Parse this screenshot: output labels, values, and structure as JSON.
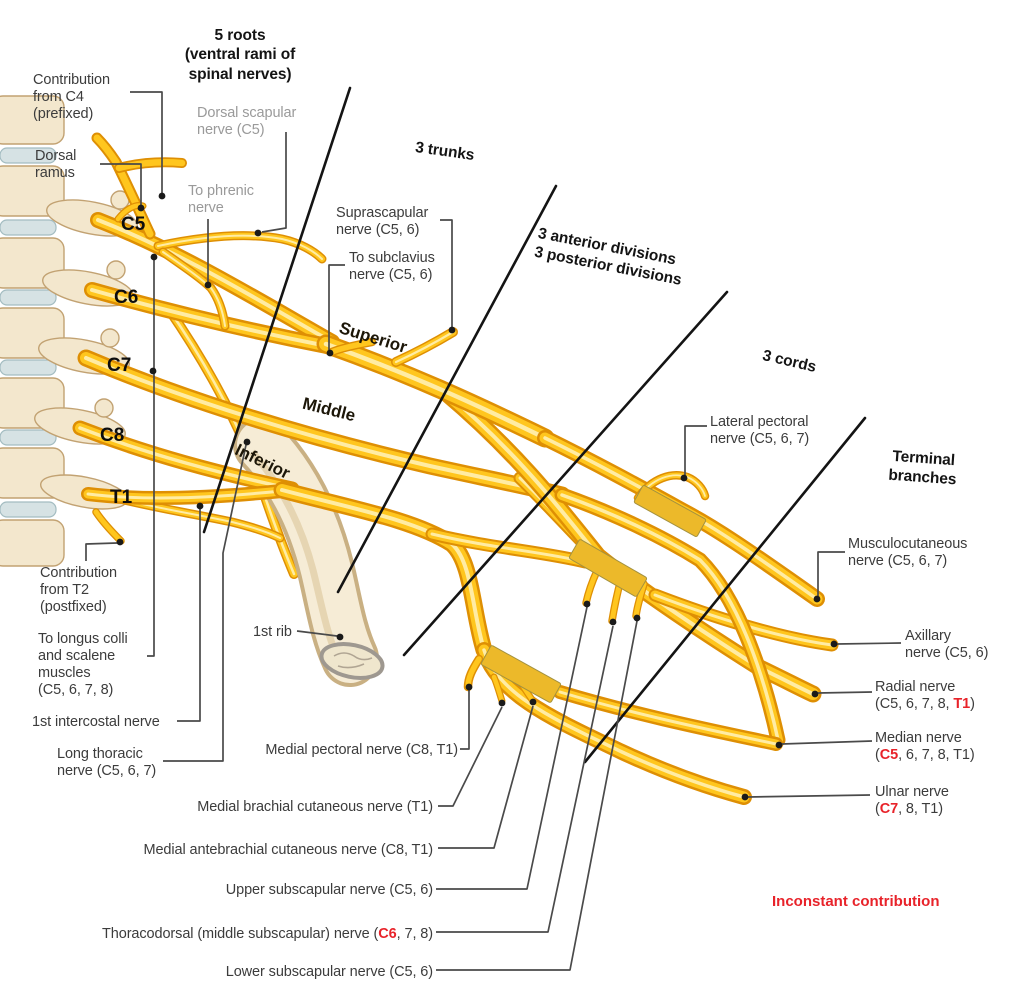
{
  "diagram": {
    "headers": {
      "five_roots": [
        "5 roots",
        "(ventral rami of",
        "spinal nerves)"
      ],
      "three_trunks": "3 trunks",
      "anterior_divisions": "3 anterior divisions",
      "posterior_divisions": "3 posterior divisions",
      "three_cords": "3 cords",
      "terminal_branches": [
        "Terminal",
        "branches"
      ]
    },
    "trunk_names": {
      "superior": "Superior",
      "middle": "Middle",
      "inferior": "Inferior"
    },
    "spine_levels": {
      "c5": "C5",
      "c6": "C6",
      "c7": "C7",
      "c8": "C8",
      "t1": "T1"
    },
    "left_labels": {
      "contribution_c4": [
        "Contribution",
        "from C4",
        "(prefixed)"
      ],
      "dorsal_ramus": [
        "Dorsal",
        "ramus"
      ],
      "dorsal_scapular": [
        "Dorsal scapular",
        "nerve (C5)"
      ],
      "phrenic": [
        "To phrenic",
        "nerve"
      ],
      "suprascapular": [
        "Suprascapular",
        "nerve (C5, 6)"
      ],
      "subclavius": [
        "To subclavius",
        "nerve (C5, 6)"
      ],
      "contribution_t2": [
        "Contribution",
        "from T2",
        "(postfixed)"
      ],
      "longus_colli": [
        "To longus colli",
        "and scalene",
        "muscles",
        "(C5, 6, 7,  8)"
      ],
      "intercostal": "1st intercostal nerve",
      "long_thoracic": [
        "Long thoracic",
        "nerve (C5, 6, 7)"
      ],
      "first_rib": "1st rib"
    },
    "right_labels": {
      "lateral_pectoral": [
        "Lateral pectoral",
        "nerve (C5, 6, 7)"
      ],
      "musculocutaneous": [
        "Musculocutaneous",
        "nerve (C5, 6, 7)"
      ],
      "axillary": [
        "Axillary",
        "nerve (C5, 6)"
      ],
      "radial": {
        "name": "Radial nerve",
        "pre": "(C5, 6, 7,  8, ",
        "em": "T1",
        "post": ")"
      },
      "median": {
        "name": "Median nerve",
        "pre": "(",
        "em": "C5",
        "post": ", 6, 7,  8, T1)"
      },
      "ulnar": {
        "name": "Ulnar nerve",
        "pre": "(",
        "em": "C7",
        "post": ", 8, T1)"
      }
    },
    "bottom_labels": {
      "medial_pectoral": "Medial pectoral nerve (C8, T1)",
      "medial_brachial": "Medial brachial cutaneous nerve (T1)",
      "medial_antebrachial": "Medial antebrachial cutaneous nerve  (C8, T1)",
      "upper_subscapular": "Upper subscapular nerve (C5, 6)",
      "thoracodorsal": {
        "pre": "Thoracodorsal (middle subscapular) nerve (",
        "em": "C6",
        "post": ", 7,  8)"
      },
      "lower_subscapular": "Lower subscapular nerve (C5, 6)"
    },
    "legend": {
      "inconstant": "Inconstant contribution"
    },
    "colors": {
      "nerve_yellow": "#ffc61e",
      "nerve_shadow": "#de8f04",
      "bone": "#f3e7cd",
      "disc": "#d6e2e4",
      "label_dark": "#3c3c3c",
      "label_gray": "#9a9a9a",
      "emphasis_red": "#e8232a",
      "line_black": "#141414"
    }
  }
}
